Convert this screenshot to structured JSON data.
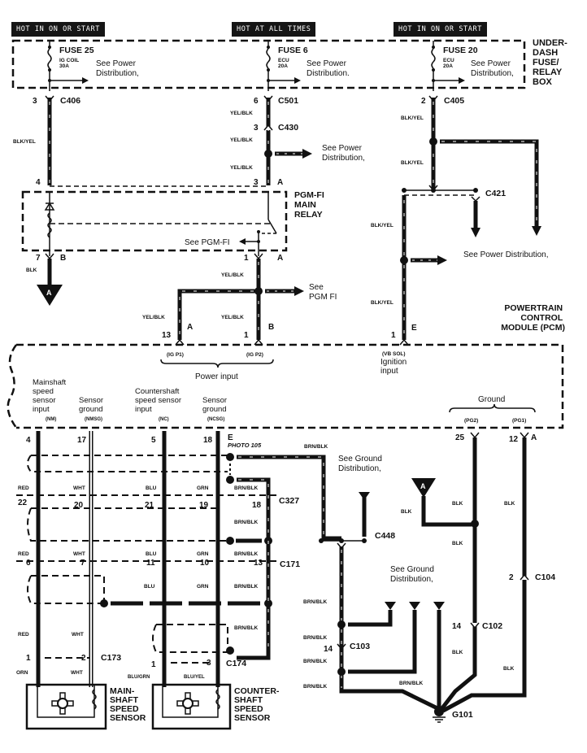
{
  "headers": {
    "left": "HOT IN ON OR START",
    "middle": "HOT AT ALL TIMES",
    "right": "HOT IN ON OR START"
  },
  "fuse_box": {
    "label": [
      "UNDER-",
      "DASH",
      "FUSE/",
      "RELAY",
      "BOX"
    ],
    "fuses": [
      {
        "name": "FUSE 25",
        "rating": [
          "IG COIL",
          "30A"
        ],
        "see": [
          "See Power",
          "Distribution,"
        ]
      },
      {
        "name": "FUSE 6",
        "rating": [
          "ECU",
          "20A"
        ],
        "see": [
          "See Power",
          "Distribution."
        ]
      },
      {
        "name": "FUSE 20",
        "rating": [
          "ECU",
          "20A"
        ],
        "see": [
          "See Power",
          "Distribution,"
        ]
      }
    ]
  },
  "connectors": {
    "c406": {
      "pin": "3",
      "name": "C406"
    },
    "c501": {
      "pin": "6",
      "name": "C501"
    },
    "c430": {
      "pin": "3",
      "name": "C430"
    },
    "c405": {
      "pin": "2",
      "name": "C405"
    },
    "c421": {
      "name": "C421"
    },
    "relay_in_left": {
      "pin": "4"
    },
    "relay_in_right": {
      "pin": "3",
      "term": "A"
    },
    "relay_out_left": {
      "pin": "7",
      "term": "B"
    },
    "relay_out_right": {
      "pin": "1",
      "term": "A"
    },
    "pcm_13": {
      "pin": "13",
      "term": "A",
      "signal": "(IG P1)"
    },
    "pcm_1b": {
      "pin": "1",
      "term": "B",
      "signal": "(IG P2)"
    },
    "pcm_1e": {
      "pin": "1",
      "term": "E",
      "signal": "(VB SOL)"
    },
    "c327": {
      "name": "C327",
      "pins": [
        "22",
        "20",
        "21",
        "19",
        "18"
      ]
    },
    "c171": {
      "name": "C171",
      "pins": [
        "6",
        "7",
        "11",
        "10",
        "13"
      ]
    },
    "c173": {
      "name": "C173",
      "pins": [
        "1",
        "2"
      ]
    },
    "c174": {
      "name": "C174",
      "pins": [
        "1",
        "3"
      ]
    },
    "c448": {
      "name": "C448"
    },
    "c103": {
      "pin": "14",
      "name": "C103"
    },
    "c102": {
      "pin": "14",
      "name": "C102"
    },
    "c104": {
      "pin": "2",
      "name": "C104"
    },
    "pcm_25": {
      "pin": "25",
      "signal": "(PG2)"
    },
    "pcm_12": {
      "pin": "12",
      "term": "A",
      "signal": "(PG1)"
    },
    "pcm_sensor_pins": [
      "4",
      "17",
      "5",
      "18"
    ],
    "pcm_sensor_term": "E"
  },
  "wires": {
    "blk_yel": "BLK/YEL",
    "yel_blk": "YEL/BLK",
    "blk": "BLK",
    "red": "RED",
    "wht": "WHT",
    "blu": "BLU",
    "grn": "GRN",
    "brn_blk": "BRN/BLK",
    "orn": "ORN",
    "blu_grn": "BLU/GRN",
    "blu_yel": "BLU/YEL"
  },
  "relay": {
    "label": [
      "PGM-FI",
      "MAIN",
      "RELAY"
    ],
    "see": "See PGM-FI"
  },
  "see_pgm_fi": [
    "See",
    "PGM FI"
  ],
  "see_power_mid": [
    "See Power",
    "Distribution,"
  ],
  "see_power_right": "See Power Distribution,",
  "see_ground_top": [
    "See Ground",
    "Distribution,"
  ],
  "see_ground_bottom": [
    "See Ground",
    "Distribution,"
  ],
  "ground_ref": "A",
  "pcm": {
    "label": [
      "POWERTRAIN",
      "CONTROL",
      "MODULE (PCM)"
    ],
    "power_input": "Power input",
    "ignition_input": [
      "Ignition",
      "input"
    ],
    "ground": "Ground",
    "inputs": [
      {
        "lines": [
          "Mainshaft",
          "speed",
          "sensor",
          "input"
        ],
        "code": "(NM)"
      },
      {
        "lines": [
          "Sensor",
          "ground"
        ],
        "code": "(NMSG)"
      },
      {
        "lines": [
          "Countershaft",
          "speed sensor",
          "input"
        ],
        "code": "(NC)"
      },
      {
        "lines": [
          "Sensor",
          "ground"
        ],
        "code": "(NCSG)"
      }
    ]
  },
  "photo": "PHOTO 105",
  "ground_point": "G101",
  "sensors": {
    "mainshaft": [
      "MAIN-",
      "SHAFT",
      "SPEED",
      "SENSOR"
    ],
    "countershaft": [
      "COUNTER-",
      "SHAFT",
      "SPEED",
      "SENSOR"
    ]
  }
}
